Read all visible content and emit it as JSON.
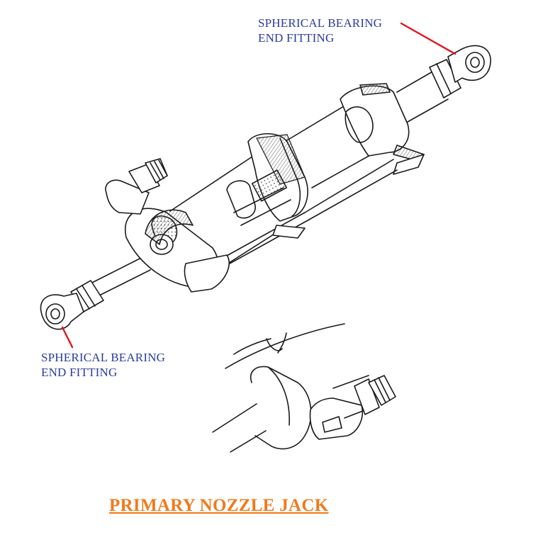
{
  "title": "PRIMARY NOZZLE JACK",
  "labels": {
    "top": [
      "SPHERICAL BEARING",
      "END FITTING"
    ],
    "bottom": [
      "SPHERICAL BEARING",
      "END FITTING"
    ]
  },
  "colors": {
    "label_text": "#2b3aa0",
    "leader_line": "#e0141e",
    "title": "#f07a1c",
    "drawing": "#1a1a1a"
  },
  "icons": [
    "actuator-jack-drawing",
    "end-fitting-detail-drawing"
  ]
}
